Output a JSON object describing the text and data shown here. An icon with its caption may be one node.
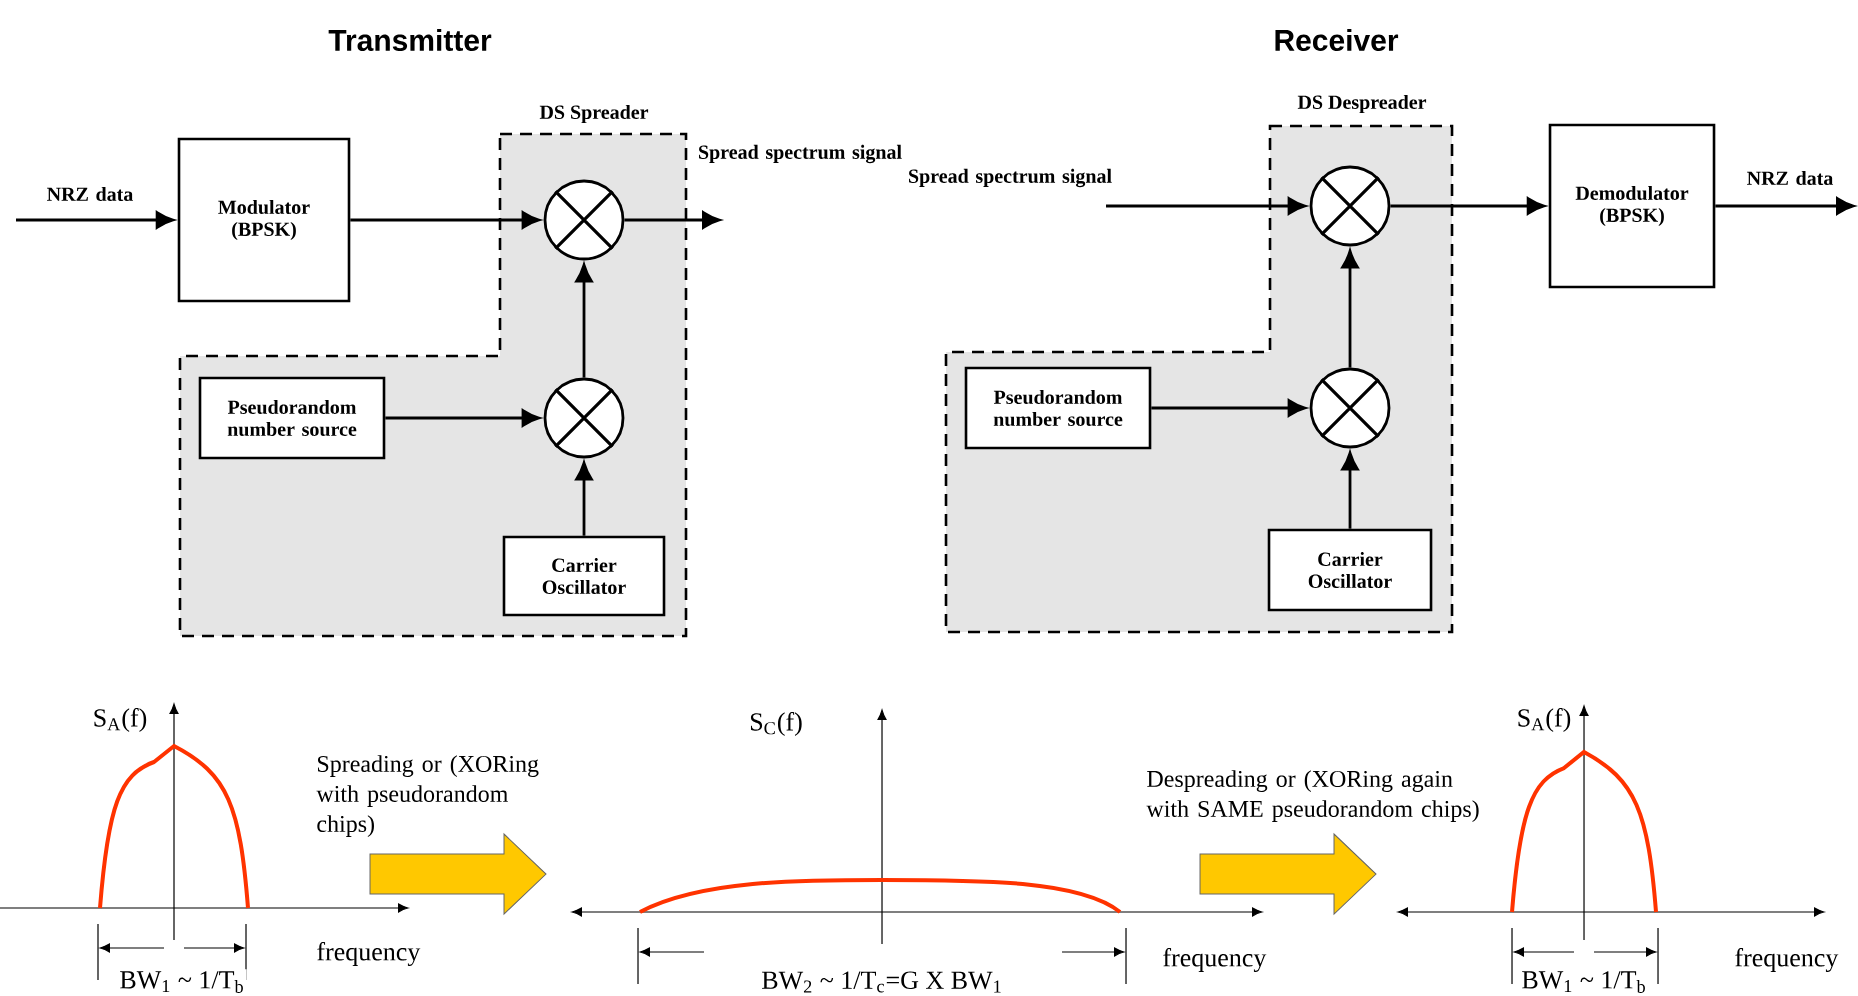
{
  "diagram": {
    "nodes": [
      {
        "text": [
          "Modulator (BPSK)"
        ]
      },
      {
        "text": [
          "DS Spreader"
        ]
      },
      {
        "text": [],
        "shape": "circle",
        "in": 1
      },
      {
        "text": [],
        "shape": "circle",
        "in": 1
      },
      {
        "text": [
          "Pseudorandom number source"
        ],
        "in": 1
      },
      {
        "text": [
          "Carrier Oscillator"
        ],
        "in": 1
      },
      {
        "text": [
          "DS Despreader"
        ]
      },
      {
        "text": [],
        "shape": "circle",
        "in": 6
      },
      {
        "text": [],
        "shape": "circle",
        "in": 6
      },
      {
        "text": [
          "Pseudorandom number source"
        ],
        "in": 6
      },
      {
        "text": [
          "Carrier Oscillator"
        ],
        "in": 6
      },
      {
        "text": [
          "Demodulator (BPSK)"
        ]
      }
    ],
    "edges": [
      {
        "from": null,
        "to": 0,
        "arrow": "to",
        "label": "NRZ data"
      },
      {
        "from": 0,
        "to": 2,
        "arrow": "to"
      },
      {
        "from": 3,
        "to": 2,
        "arrow": "to"
      },
      {
        "from": 4,
        "to": 3,
        "arrow": "to"
      },
      {
        "from": 5,
        "to": 3,
        "arrow": "to"
      },
      {
        "from": 2,
        "to": null,
        "arrow": "to",
        "label": "Spread spectrum signal"
      },
      {
        "from": null,
        "to": 7,
        "arrow": "to",
        "label": "Spread spectrum signal"
      },
      {
        "from": 9,
        "to": 8,
        "arrow": "to"
      },
      {
        "from": 10,
        "to": 8,
        "arrow": "to"
      },
      {
        "from": 8,
        "to": 7,
        "arrow": "to"
      },
      {
        "from": 7,
        "to": 11,
        "arrow": "to"
      },
      {
        "from": 11,
        "to": null,
        "arrow": "to",
        "label": "NRZ data"
      }
    ],
    "labels": [
      "Transmitter",
      "Receiver",
      "S$_{A}$(f)",
      "frequency",
      "BW$_{1}$ ~ 1/T$_{b}$",
      "Spreading or (XORing with pseudorandom chips)",
      "S$_{C}$(f)",
      "frequency",
      "BW$_{2}$ ~ 1/T$_{c}$=G X BW$_{1}$",
      "Despreading or (XORing again with SAME pseudorandom chips)",
      "S$_{A}$(f)",
      "frequency",
      "BW$_{1}$ ~ 1/T$_{b}$"
    ]
  }
}
